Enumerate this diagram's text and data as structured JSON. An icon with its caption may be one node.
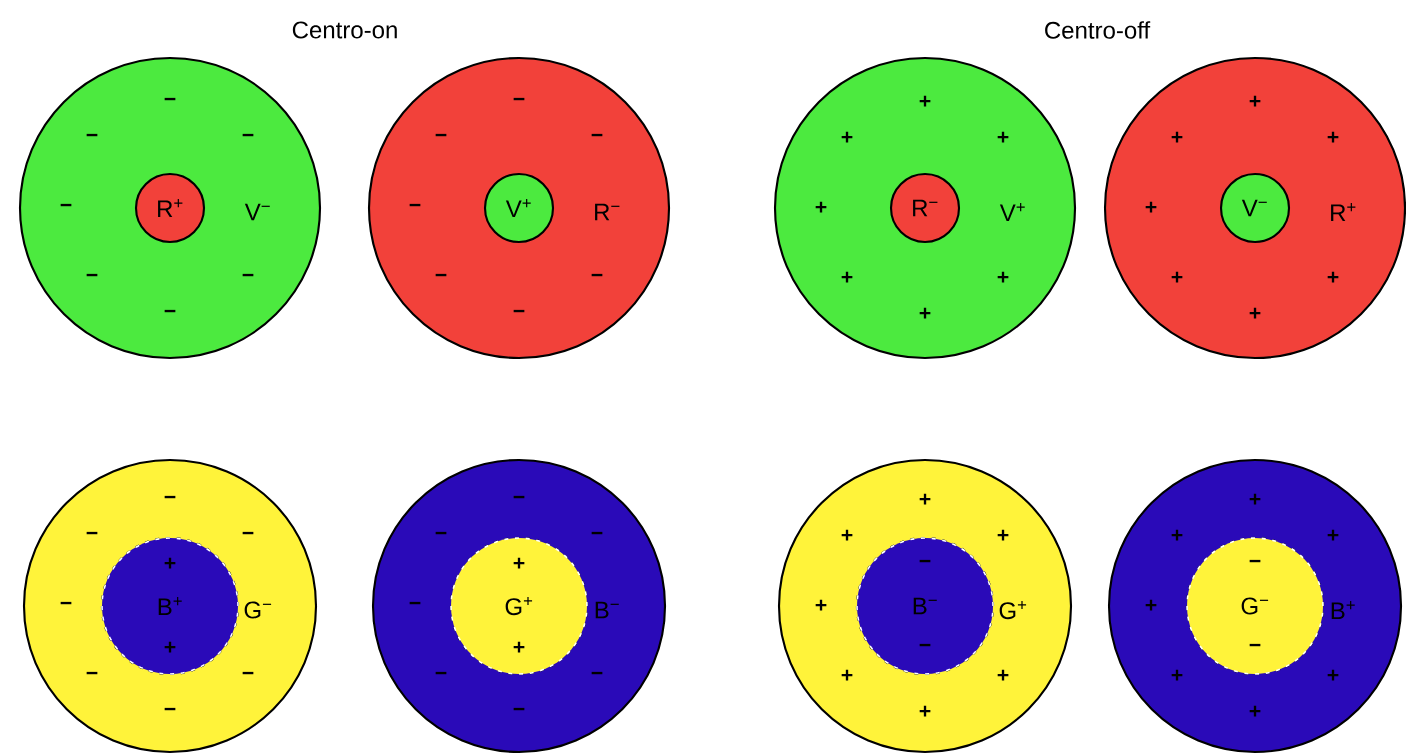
{
  "diagram": {
    "nodes": [
      {
        "text": [
          "−",
          "−",
          "−",
          "−",
          "V$^{−}$",
          "−",
          "−",
          "−"
        ]
      },
      {
        "text": [
          "R$^{+}$"
        ],
        "in": 0
      },
      {
        "text": [
          "−",
          "−",
          "−",
          "−",
          "R$^{−}$",
          "−",
          "−",
          "−"
        ]
      },
      {
        "text": [
          "V$^{+}$"
        ],
        "in": 2
      },
      {
        "text": [
          "+",
          "+",
          "+",
          "+",
          "V$^{+}$",
          "+",
          "+",
          "+"
        ]
      },
      {
        "text": [
          "R$^{−}$"
        ],
        "in": 4
      },
      {
        "text": [
          "+",
          "+",
          "+",
          "+",
          "R$^{+}$",
          "+",
          "+",
          "+"
        ]
      },
      {
        "text": [
          "V$^{−}$"
        ],
        "in": 6
      },
      {
        "text": [
          "−",
          "−",
          "−",
          "−",
          "G$^{−}$",
          "−",
          "−",
          "−"
        ]
      },
      {
        "text": [
          "+",
          "B$^{+}$",
          "+"
        ],
        "in": 8
      },
      {
        "text": [
          "−",
          "−",
          "−",
          "−",
          "B$^{−}$",
          "−",
          "−",
          "−"
        ]
      },
      {
        "text": [
          "+",
          "G$^{+}$",
          "+"
        ],
        "in": 10
      },
      {
        "text": [
          "+",
          "+",
          "+",
          "+",
          "G$^{+}$",
          "+",
          "+",
          "+"
        ]
      },
      {
        "text": [
          "−",
          "B$^{−}$",
          "−"
        ],
        "in": 12
      },
      {
        "text": [
          "+",
          "+",
          "+",
          "+",
          "B$^{+}$",
          "+",
          "+",
          "+"
        ]
      },
      {
        "text": [
          "−",
          "G$^{−}$",
          "−"
        ],
        "in": 14
      }
    ],
    "labels": [
      "Centro-on",
      "Centro-off"
    ]
  }
}
